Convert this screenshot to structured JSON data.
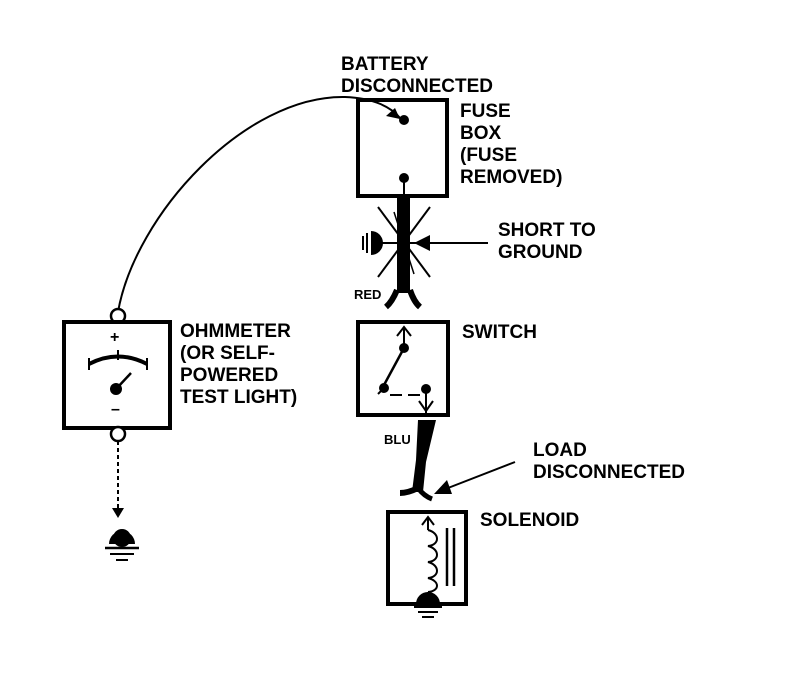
{
  "labels": {
    "battery": [
      "BATTERY",
      "DISCONNECTED"
    ],
    "fuse_box": [
      "FUSE",
      "BOX",
      "(FUSE",
      "REMOVED)"
    ],
    "short_to_ground": [
      "SHORT TO",
      "GROUND"
    ],
    "red_wire": "RED",
    "switch": "SWITCH",
    "ohmmeter": [
      "OHMMETER",
      "(OR SELF-",
      "POWERED",
      "TEST LIGHT)"
    ],
    "meter_plus": "+",
    "meter_minus": "–",
    "blu_wire": "BLU",
    "load": [
      "LOAD",
      "DISCONNECTED"
    ],
    "solenoid": "SOLENOID"
  }
}
